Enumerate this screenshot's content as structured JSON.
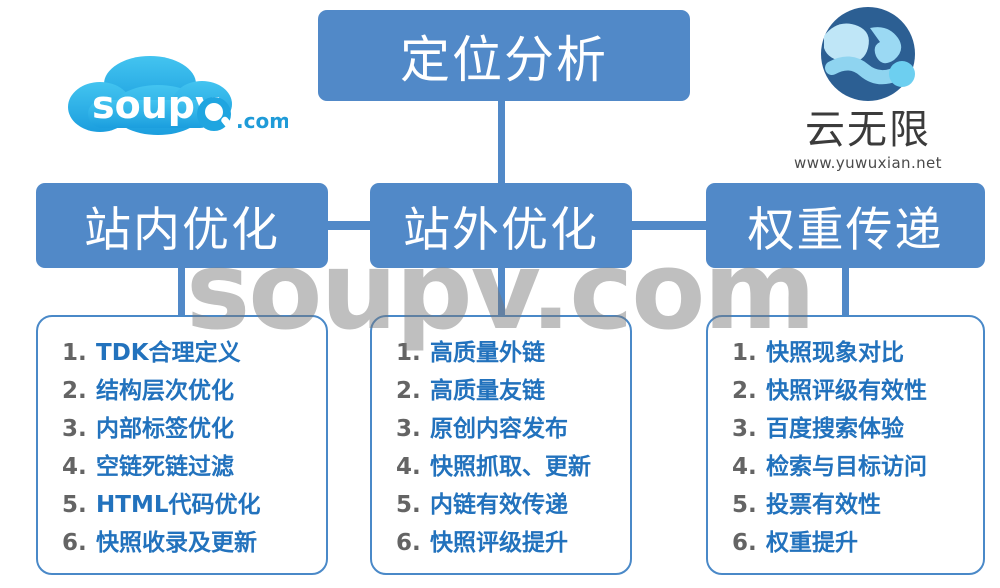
{
  "meta": {
    "accent_blue": "#5189c8",
    "list_text_blue": "#2272bd",
    "list_number_gray": "#646464",
    "watermark_gray": "rgba(120,120,120,0.47)"
  },
  "logos": {
    "left": {
      "name": "soupv-logo",
      "wordmark": "soupv",
      "suffix": ".com",
      "icons": [
        "cloud-icon",
        "magnifier-icon"
      ]
    },
    "right": {
      "name": "yuwuxian-logo",
      "cn_name": "云无限",
      "url": "www.yuwuxian.net",
      "icons": [
        "globe-icon"
      ]
    }
  },
  "watermark": {
    "text": "soupv.com"
  },
  "diagram": {
    "root": {
      "label": "定位分析"
    },
    "branches": [
      {
        "label": "站内优化",
        "items": [
          {
            "num": "1.",
            "text": "TDK合理定义"
          },
          {
            "num": "2.",
            "text": "结构层次优化"
          },
          {
            "num": "3.",
            "text": "内部标签优化"
          },
          {
            "num": "4.",
            "text": "空链死链过滤"
          },
          {
            "num": "5.",
            "text": "HTML代码优化"
          },
          {
            "num": "6.",
            "text": "快照收录及更新"
          }
        ]
      },
      {
        "label": "站外优化",
        "items": [
          {
            "num": "1.",
            "text": "高质量外链"
          },
          {
            "num": "2.",
            "text": "高质量友链"
          },
          {
            "num": "3.",
            "text": "原创内容发布"
          },
          {
            "num": "4.",
            "text": "快照抓取、更新"
          },
          {
            "num": "5.",
            "text": "内链有效传递"
          },
          {
            "num": "6.",
            "text": "快照评级提升"
          }
        ]
      },
      {
        "label": "权重传递",
        "items": [
          {
            "num": "1.",
            "text": "快照现象对比"
          },
          {
            "num": "2.",
            "text": "快照评级有效性"
          },
          {
            "num": "3.",
            "text": "百度搜索体验"
          },
          {
            "num": "4.",
            "text": "检索与目标访问"
          },
          {
            "num": "5.",
            "text": "投票有效性"
          },
          {
            "num": "6.",
            "text": "权重提升"
          }
        ]
      }
    ]
  }
}
